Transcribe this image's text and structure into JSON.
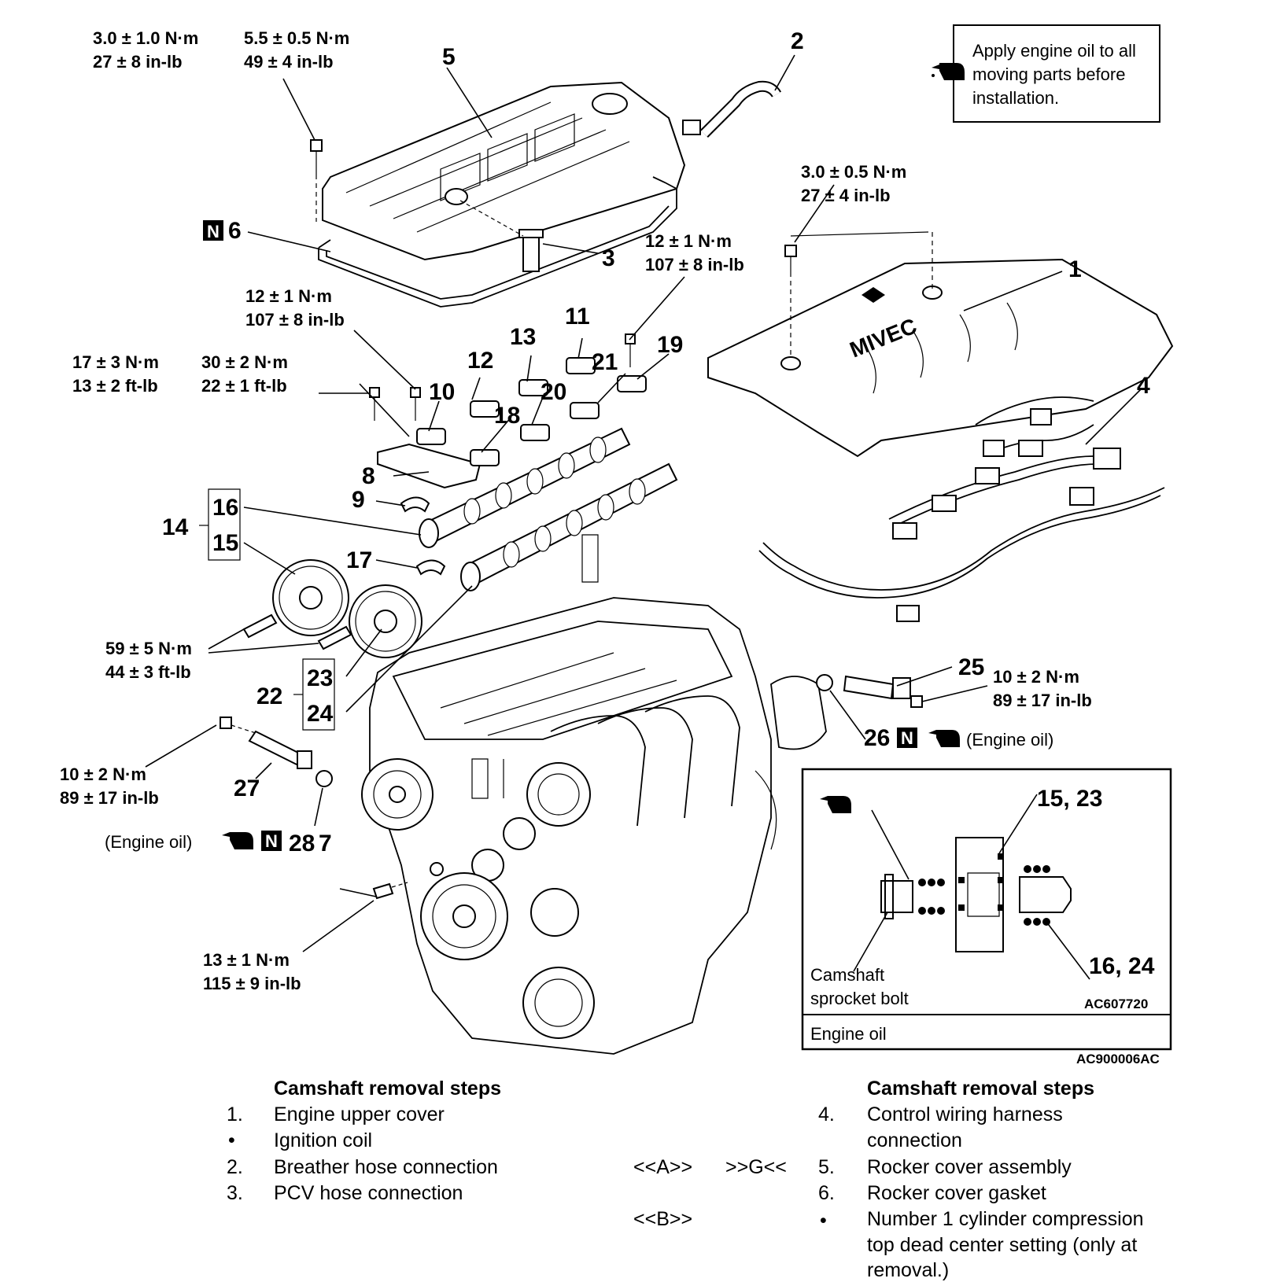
{
  "figure_id": "AC900006AC",
  "note_box": {
    "line1": "Apply engine oil to all",
    "line2": "moving parts before",
    "line3": "installation."
  },
  "callouts": {
    "n1": "1",
    "n2": "2",
    "n3": "3",
    "n4": "4",
    "n5": "5",
    "n6": "6",
    "n7": "7",
    "n8": "8",
    "n9": "9",
    "n10": "10",
    "n11": "11",
    "n12": "12",
    "n13": "13",
    "n14": "14",
    "n15": "15",
    "n16": "16",
    "n17": "17",
    "n18": "18",
    "n19": "19",
    "n20": "20",
    "n21": "21",
    "n22": "22",
    "n23": "23",
    "n24": "24",
    "n25": "25",
    "n26": "26",
    "n27": "27",
    "n28": "28"
  },
  "new_part_mark": "N",
  "torques": {
    "t1a": "3.0 ± 1.0 N·m",
    "t1b": "27 ± 8 in-lb",
    "t2a": "5.5 ± 0.5 N·m",
    "t2b": "49 ± 4 in-lb",
    "t3a": "3.0 ± 0.5 N·m",
    "t3b": "27 ± 4 in-lb",
    "t4a": "12 ± 1 N·m",
    "t4b": "107 ± 8 in-lb",
    "t5a": "12 ± 1 N·m",
    "t5b": "107 ± 8 in-lb",
    "t6a": "17 ± 3 N·m",
    "t6b": "13 ± 2 ft-lb",
    "t7a": "30 ± 2 N·m",
    "t7b": "22 ± 1 ft-lb",
    "t8a": "59 ± 5 N·m",
    "t8b": "44 ± 3 ft-lb",
    "t9a": "10 ± 2 N·m",
    "t9b": "89 ± 17 in-lb",
    "t10a": "10 ± 2 N·m",
    "t10b": "89 ± 17 in-lb",
    "t11a": "13 ± 1 N·m",
    "t11b": "115 ± 9 in-lb"
  },
  "engine_oil_note": "(Engine oil)",
  "cover_logo": "MIVEC",
  "inset": {
    "label_top": "15, 23",
    "label_bottom": "16, 24",
    "bolt_label1": "Camshaft",
    "bolt_label2": "sprocket bolt",
    "inset_id": "AC607720",
    "legend": "Engine oil"
  },
  "steps_left": {
    "title": "Camshaft removal steps",
    "items": [
      {
        "marker": "1.",
        "text": "Engine upper cover"
      },
      {
        "marker": "•",
        "text": "Ignition coil"
      },
      {
        "marker": "2.",
        "text": "Breather hose connection"
      },
      {
        "marker": "3.",
        "text": "PCV hose connection"
      }
    ]
  },
  "steps_mid": {
    "ref_a": "<<A>>",
    "ref_g": ">>G<<",
    "ref_b": "<<B>>"
  },
  "steps_right": {
    "title": "Camshaft removal steps",
    "items": [
      {
        "marker": "4.",
        "line1": "Control wiring harness",
        "line2": "connection"
      },
      {
        "marker": "5.",
        "line1": "Rocker cover assembly"
      },
      {
        "marker": "6.",
        "line1": "Rocker cover gasket"
      },
      {
        "marker": "•",
        "line1": "Number 1 cylinder compression",
        "line2": "top dead center setting (only at",
        "line3": "removal.)"
      }
    ]
  }
}
